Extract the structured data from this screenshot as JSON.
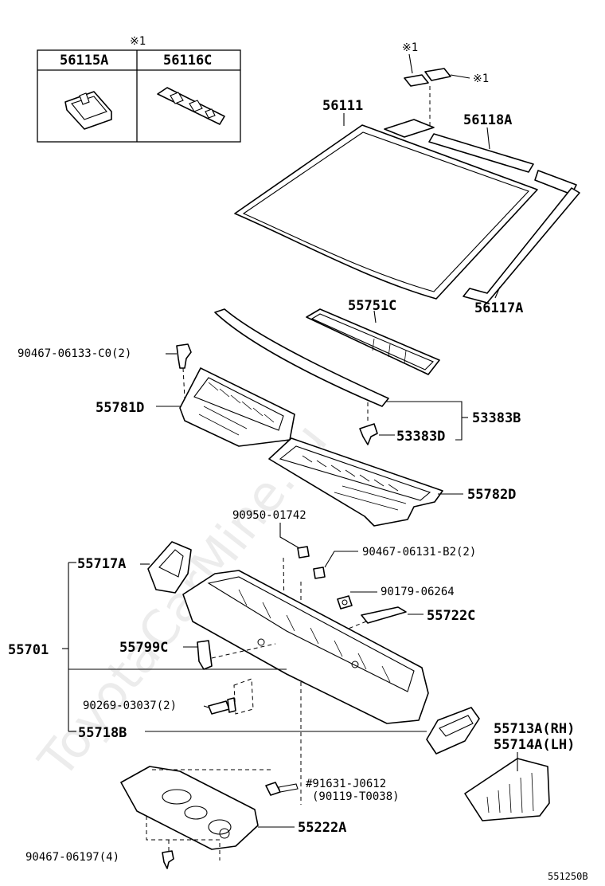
{
  "watermark": "ToyotaCarMine.ru",
  "footer_code": "551250B",
  "inset": {
    "note": "※1",
    "col1": "56115A",
    "col2": "56116C"
  },
  "notes": {
    "top_note_left": "※1",
    "top_note_right": "※1"
  },
  "labels": {
    "p56111": "56111",
    "p56118A": "56118A",
    "p56117A": "56117A",
    "p55751C": "55751C",
    "p90467_06133": "90467-06133-C0(2)",
    "p55781D": "55781D",
    "p53383B": "53383B",
    "p53383D": "53383D",
    "p55782D": "55782D",
    "p90950": "90950-01742",
    "p90467_06131": "90467-06131-B2(2)",
    "p55717A": "55717A",
    "p90179": "90179-06264",
    "p55722C": "55722C",
    "p55701": "55701",
    "p55799C": "55799C",
    "p90269": "90269-03037(2)",
    "p55718B": "55718B",
    "p55713A": "55713A(RH)",
    "p55714A": "55714A(LH)",
    "p91631": "#91631-J0612",
    "p90119": "(90119-T0038)",
    "p55222A": "55222A",
    "p90467_06197": "90467-06197(4)"
  }
}
